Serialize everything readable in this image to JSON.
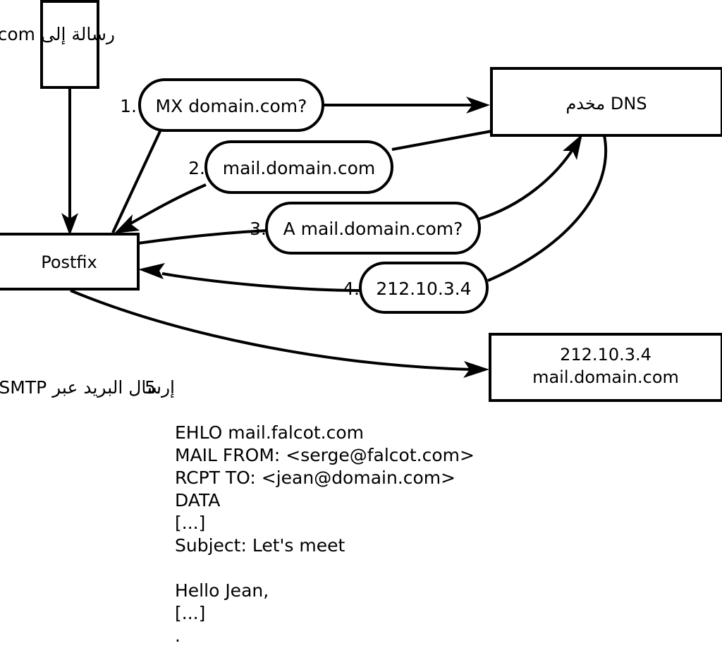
{
  "title_text": "رسالة إلى jean@domain.com",
  "nodes": {
    "client": {
      "label": ""
    },
    "postfix": {
      "label": "Postfix"
    },
    "dns": {
      "label": "مخدم DNS"
    },
    "mailserver": {
      "line1": "212.10.3.4",
      "line2": "mail.domain.com"
    }
  },
  "steps": [
    {
      "number": "1.",
      "label": "MX domain.com?"
    },
    {
      "number": "2.",
      "label": "mail.domain.com"
    },
    {
      "number": "3.",
      "label": "A mail.domain.com?"
    },
    {
      "number": "4.",
      "label": "212.10.3.4"
    }
  ],
  "step5": {
    "number": "5.",
    "label": "إرسال البريد عبر SMTP"
  },
  "smtp_transcript": [
    "EHLO mail.falcot.com",
    "MAIL FROM: <serge@falcot.com>",
    "RCPT TO: <jean@domain.com>",
    "DATA",
    "[...]",
    "Subject: Let's meet",
    "",
    "Hello Jean,",
    "[...]",
    "."
  ],
  "colors": {
    "stroke": "#000000",
    "fill": "#ffffff",
    "text": "#000000"
  }
}
